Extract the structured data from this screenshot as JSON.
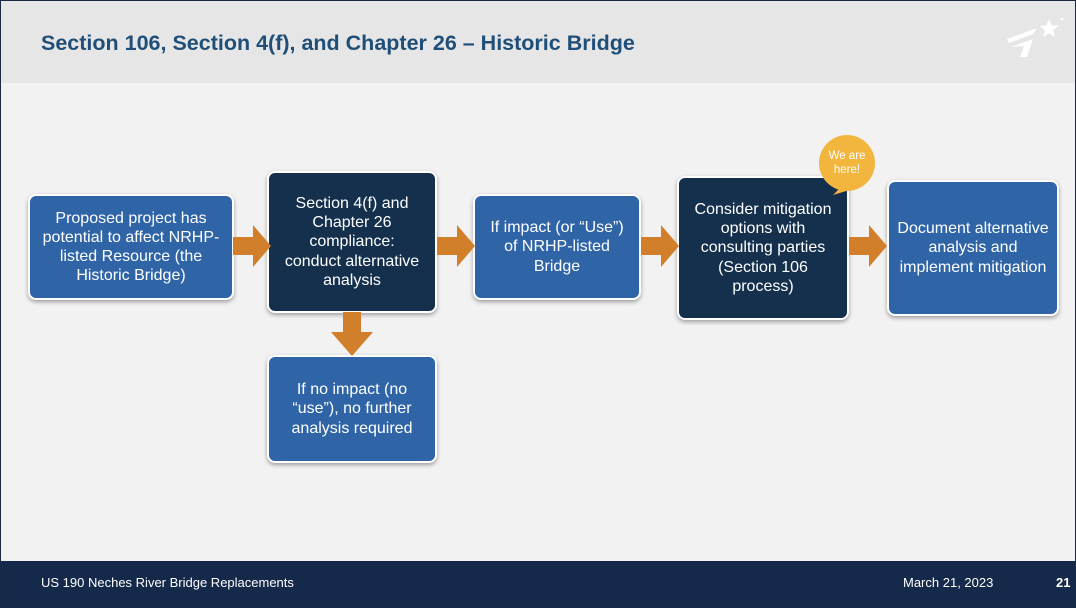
{
  "slide": {
    "title": "Section 106, Section 4(f), and Chapter 26 – Historic Bridge",
    "logo_icon": "txdot-star-logo-icon"
  },
  "flow": {
    "step1": "Proposed project has potential to affect NRHP-listed Resource (the Historic Bridge)",
    "step2": "Section 4(f) and Chapter 26 compliance: conduct alternative analysis",
    "step2_branch": "If no impact (no “use”), no further analysis required",
    "step3": "If impact (or “Use”) of NRHP-listed Bridge",
    "step4": "Consider mitigation options with consulting parties (Section 106 process)",
    "step5": "Document alternative analysis and implement mitigation",
    "callout": "We are here!"
  },
  "colors": {
    "box_light": "#2f65a7",
    "box_dark": "#14304d",
    "arrow": "#d17f2a",
    "callout": "#f2b63f",
    "title": "#1f4e79",
    "footer": "#15294a"
  },
  "footer": {
    "project": "US 190 Neches River Bridge Replacements",
    "date": "March 21, 2023",
    "page": "21"
  }
}
